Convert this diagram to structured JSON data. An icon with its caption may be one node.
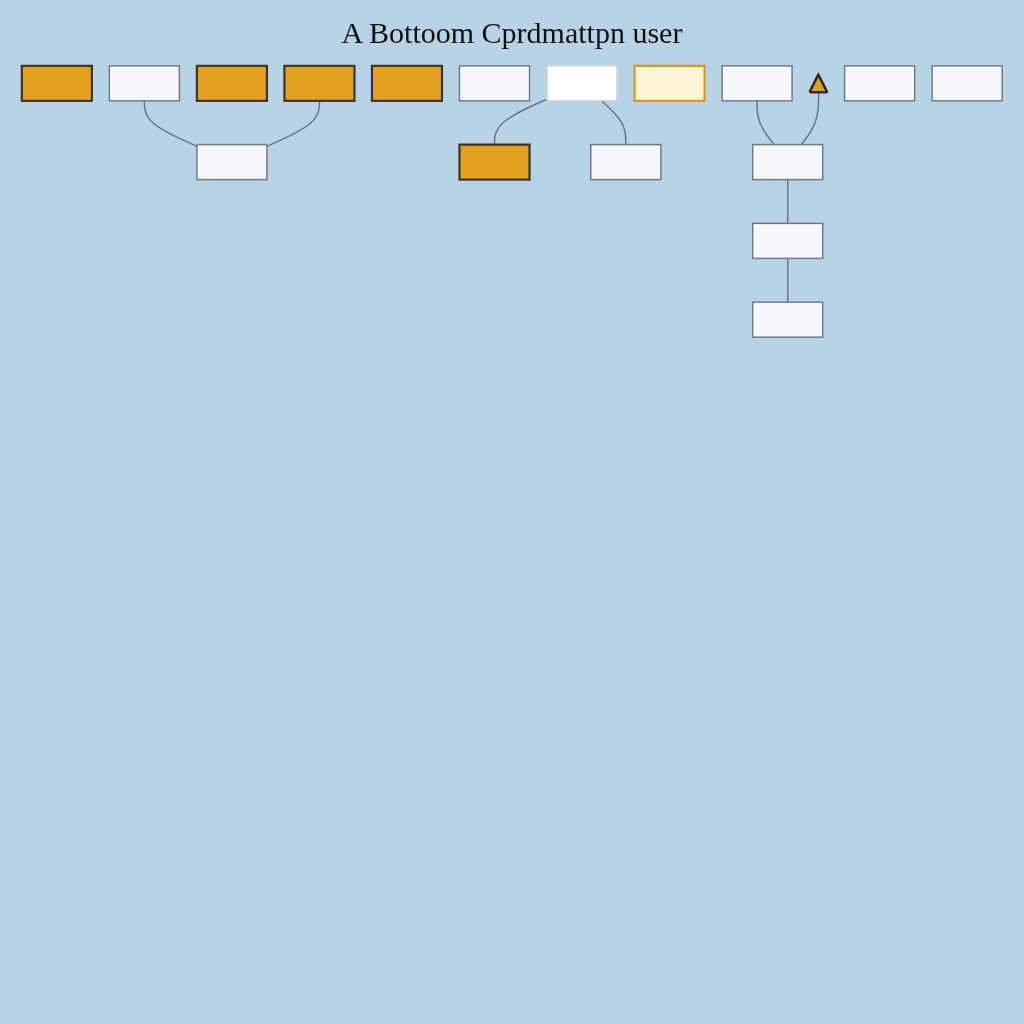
{
  "diagram": {
    "nodes": [
      {
        "text": [],
        "shape": "box"
      },
      {
        "text": [],
        "shape": "box"
      },
      {
        "text": [],
        "shape": "box"
      },
      {
        "text": [],
        "shape": "box"
      },
      {
        "text": [],
        "shape": "box"
      },
      {
        "text": [],
        "shape": "box"
      },
      {
        "text": [],
        "shape": "box"
      },
      {
        "text": [],
        "shape": "box"
      },
      {
        "text": [],
        "shape": "box"
      },
      {
        "text": [],
        "shape": "triangle"
      },
      {
        "text": [],
        "shape": "bar"
      },
      {
        "text": [],
        "shape": "box"
      },
      {
        "text": [],
        "shape": "box"
      },
      {
        "text": [],
        "shape": "box"
      },
      {
        "text": [],
        "shape": "box"
      },
      {
        "text": [],
        "shape": "box"
      },
      {
        "text": [],
        "shape": "box"
      },
      {
        "text": [],
        "shape": "box"
      }
    ],
    "edges": [
      {
        "from": 1,
        "to": 15,
        "arrow": "none"
      },
      {
        "from": 3,
        "to": 6,
        "arrow": "none"
      },
      {
        "from": 7,
        "to": 6,
        "arrow": "none"
      },
      {
        "from": 9,
        "to": 15,
        "arrow": "none"
      },
      {
        "from": 10,
        "to": 11,
        "arrow": "none"
      },
      {
        "from": 10,
        "to": 12,
        "arrow": "none"
      },
      {
        "from": 15,
        "to": 16,
        "arrow": "none"
      },
      {
        "from": 16,
        "to": 17,
        "arrow": "none"
      }
    ],
    "labels": [
      "A Bottoom Cprdmattpn user"
    ]
  }
}
